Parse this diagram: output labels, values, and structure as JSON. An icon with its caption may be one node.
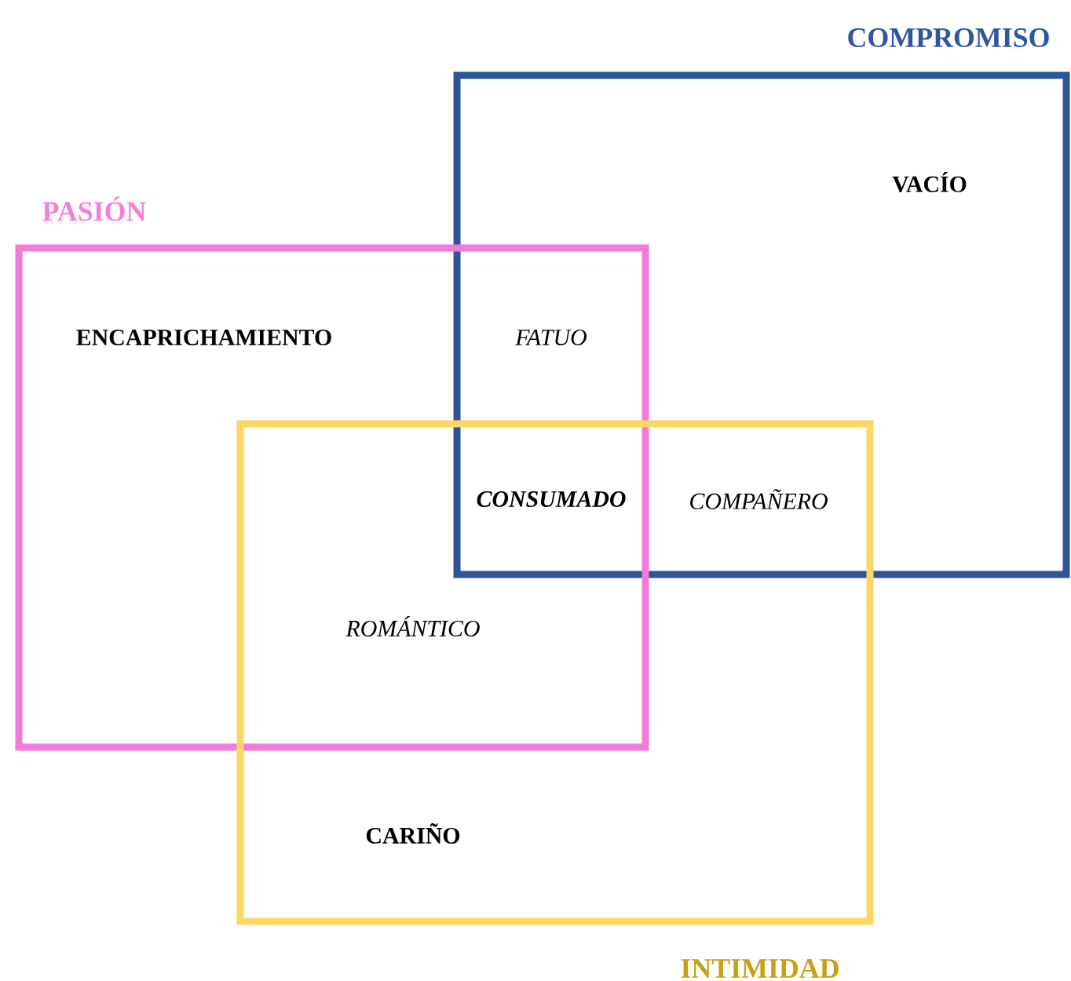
{
  "diagram": {
    "nodes": [
      {
        "text": [
          "COMPROMISO"
        ]
      },
      {
        "text": [
          "PASIÓN"
        ]
      },
      {
        "text": [
          "INTIMIDAD"
        ]
      }
    ],
    "labels": [
      "VACÍO",
      "ENCAPRICHAMIENTO",
      "FATUO",
      "CONSUMADO",
      "COMPAÑERO",
      "ROMÁNTICO",
      "CARIÑO"
    ]
  }
}
